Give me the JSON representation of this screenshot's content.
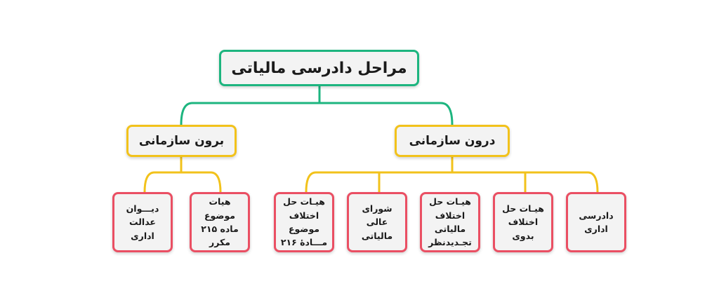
{
  "colors": {
    "root_border": "#1db57f",
    "level1_border": "#f2c21b",
    "level2_border": "#ea4f63",
    "box_fill": "#f3f3f3"
  },
  "root": {
    "label": "مراحل دادرسی مالیاتی"
  },
  "branches": {
    "outside": {
      "label": "برون سازمانی",
      "children": [
        "هیات موضوع\nماده ۲۱۵ مکرر",
        "دیـــوان\nعدالت اداری"
      ]
    },
    "inside": {
      "label": "درون سازمانی",
      "children": [
        "دادرسی اداری",
        "هیـات حل\nاختلاف بدوی",
        "هیـات حل\nاختلاف مالیاتی\nتجـدیدنظر",
        "شورای عالی\nمالیاتی",
        "هیـات حل\nاختلاف موضوع\nمـــادهٔ ۲۱۶"
      ]
    }
  }
}
